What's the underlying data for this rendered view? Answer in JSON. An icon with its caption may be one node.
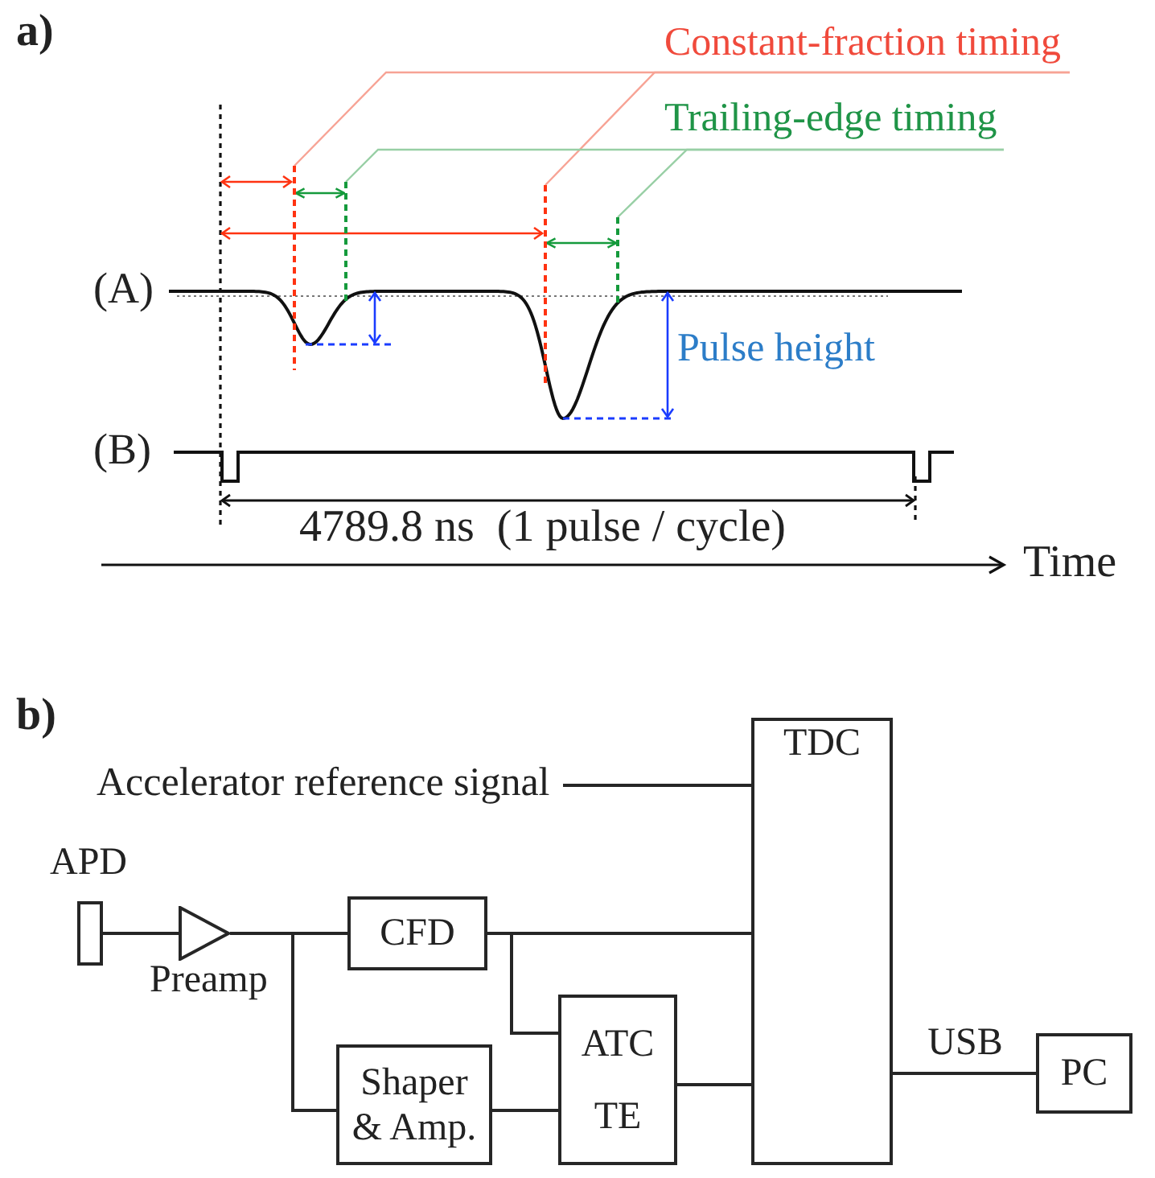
{
  "diagram": {
    "nodes": [
      {
        "text": [
          "Constant-fraction timing"
        ]
      },
      {
        "text": [
          "Trailing-edge timing"
        ]
      },
      {
        "text": [],
        "shape": "line"
      },
      {
        "text": [],
        "shape": "line"
      },
      {
        "text": [],
        "shape": "line"
      },
      {
        "text": [],
        "shape": "line"
      },
      {
        "text": [
          "TDC"
        ]
      },
      {
        "text": [
          "Accelerator reference signal"
        ]
      },
      {
        "text": [],
        "shape": "box",
        "beside": [
          "APD"
        ]
      },
      {
        "text": [],
        "shape": "triangle",
        "beside": [
          "Preamp"
        ]
      },
      {
        "text": [
          "CFD"
        ]
      },
      {
        "text": [
          "Shaper & Amp."
        ]
      },
      {
        "text": [
          "ATC",
          "TE"
        ]
      },
      {
        "text": [
          "PC"
        ]
      }
    ],
    "edges": [
      {
        "from": 0,
        "to": 2,
        "arrow": "none",
        "color": "#f7a395"
      },
      {
        "from": 0,
        "to": 4,
        "arrow": "none",
        "color": "#f7a395"
      },
      {
        "from": 1,
        "to": 3,
        "arrow": "none",
        "color": "#98cfa5"
      },
      {
        "from": 1,
        "to": 5,
        "arrow": "none",
        "color": "#98cfa5"
      },
      {
        "from": 7,
        "to": 6,
        "arrow": "none"
      },
      {
        "from": 8,
        "to": 9,
        "arrow": "none"
      },
      {
        "from": 9,
        "to": 10,
        "arrow": "none"
      },
      {
        "from": 9,
        "to": 11,
        "arrow": "none"
      },
      {
        "from": 10,
        "to": 6,
        "arrow": "none"
      },
      {
        "from": 10,
        "to": 12,
        "arrow": "none"
      },
      {
        "from": 11,
        "to": 12,
        "arrow": "none"
      },
      {
        "from": 12,
        "to": 6,
        "arrow": "none"
      },
      {
        "from": 6,
        "to": 13,
        "arrow": "none",
        "label": "USB"
      },
      {
        "from": 2,
        "to": 3,
        "arrow": "both",
        "color": "#159a3c"
      },
      {
        "from": 4,
        "to": 5,
        "arrow": "both",
        "color": "#159a3c"
      }
    ],
    "labels": [
      "a)",
      "(A)",
      "Pulse height",
      "(B)",
      "4789.8 ns  (1 pulse / cycle)",
      "Time",
      "b)"
    ]
  }
}
